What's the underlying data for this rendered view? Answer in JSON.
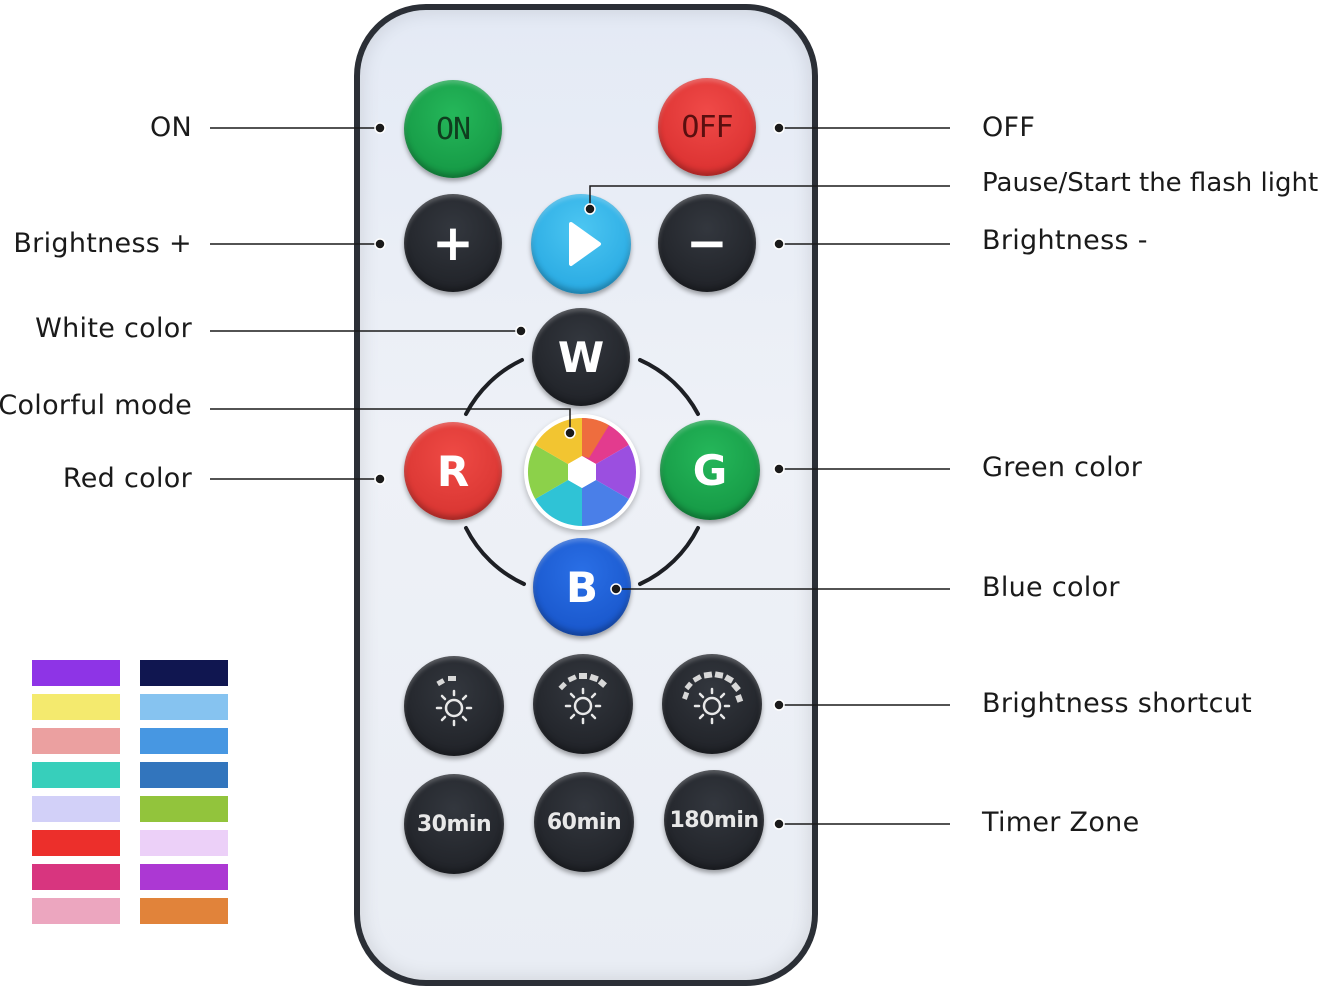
{
  "remote": {
    "buttons": {
      "on": "ON",
      "off": "OFF",
      "plus": "+",
      "minus": "−",
      "white": "W",
      "red": "R",
      "green": "G",
      "blue": "B",
      "timer_30": "30min",
      "timer_60": "60min",
      "timer_180": "180min"
    },
    "icons": [
      "play-icon",
      "color-wheel-icon",
      "sun-icon"
    ]
  },
  "callouts": {
    "on": "ON",
    "off": "OFF",
    "pause_start": "Pause/Start the flash light",
    "brightness_plus": "Brightness +",
    "brightness_minus": "Brightness -",
    "white_color": "White color",
    "colorful_mode": "Colorful mode",
    "red_color": "Red color",
    "green_color": "Green color",
    "blue_color": "Blue color",
    "brightness_shortcut": "Brightness shortcut",
    "timer_zone": "Timer Zone"
  },
  "colors": {
    "on_green": "#18a34a",
    "off_red": "#e83a3a",
    "play_blue": "#33b7ec",
    "dark_button": "#24272d",
    "red_button": "#e33b37",
    "green_button": "#18a34a",
    "blue_button": "#1a5cd6",
    "remote_border": "#2b2f36"
  },
  "palette": {
    "left": [
      "#8e34e6",
      "#f4ea6e",
      "#eba0a0",
      "#37cfbb",
      "#d2d0f8",
      "#ec2f2b",
      "#d8357f",
      "#eca6bf"
    ],
    "right": [
      "#101650",
      "#86c3f0",
      "#4797e2",
      "#3275bd",
      "#92c43c",
      "#ecd0f8",
      "#ac38d3",
      "#e1833a"
    ]
  }
}
